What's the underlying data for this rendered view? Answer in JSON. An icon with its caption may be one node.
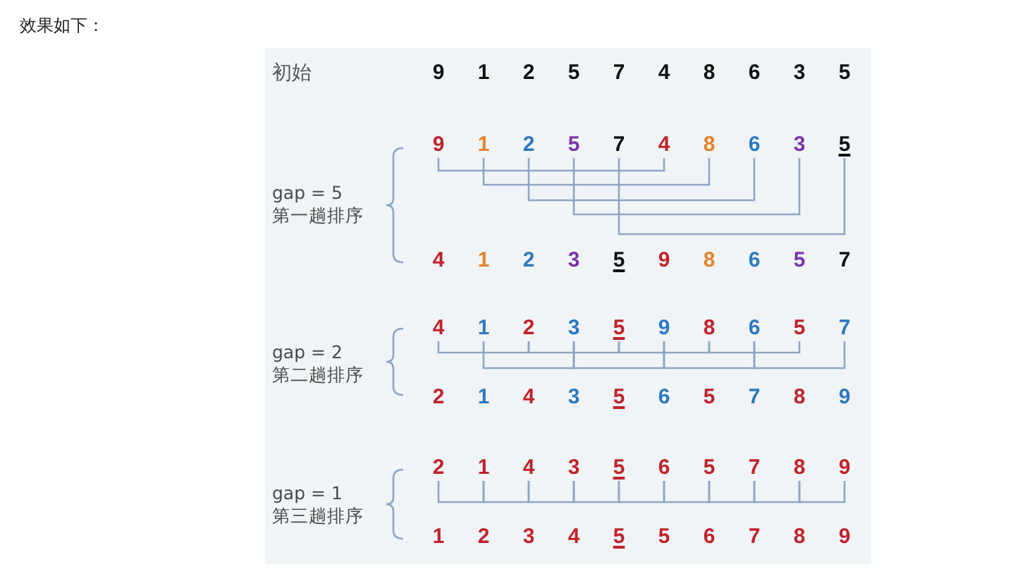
{
  "diagram": {
    "title": "效果如下：",
    "nodes": [
      {
        "text": [
          "9"
        ]
      },
      {
        "text": [
          "1"
        ]
      },
      {
        "text": [
          "2"
        ]
      },
      {
        "text": [
          "5"
        ]
      },
      {
        "text": [
          "7"
        ]
      },
      {
        "text": [
          "4"
        ]
      },
      {
        "text": [
          "8"
        ]
      },
      {
        "text": [
          "6"
        ]
      },
      {
        "text": [
          "3"
        ]
      },
      {
        "text": [
          "5"
        ]
      },
      {
        "text": [
          "4"
        ]
      },
      {
        "text": [
          "1"
        ]
      },
      {
        "text": [
          "2"
        ]
      },
      {
        "text": [
          "3"
        ]
      },
      {
        "text": [
          "5"
        ]
      },
      {
        "text": [
          "9"
        ]
      },
      {
        "text": [
          "8"
        ]
      },
      {
        "text": [
          "6"
        ]
      },
      {
        "text": [
          "5"
        ]
      },
      {
        "text": [
          "7"
        ]
      },
      {
        "text": [
          "2"
        ]
      },
      {
        "text": [
          "1"
        ]
      },
      {
        "text": [
          "4"
        ]
      },
      {
        "text": [
          "3"
        ]
      },
      {
        "text": [
          "5"
        ]
      },
      {
        "text": [
          "6"
        ]
      },
      {
        "text": [
          "5"
        ]
      },
      {
        "text": [
          "7"
        ]
      },
      {
        "text": [
          "8"
        ]
      },
      {
        "text": [
          "9"
        ]
      }
    ],
    "edges": [
      {
        "from": 0,
        "to": 5,
        "arrow": "none"
      },
      {
        "from": 1,
        "to": 6,
        "arrow": "none"
      },
      {
        "from": 2,
        "to": 7,
        "arrow": "none"
      },
      {
        "from": 3,
        "to": 8,
        "arrow": "none"
      },
      {
        "from": 4,
        "to": 9,
        "arrow": "none"
      },
      {
        "from": 10,
        "to": 12,
        "arrow": "none"
      },
      {
        "from": 12,
        "to": 14,
        "arrow": "none"
      },
      {
        "from": 14,
        "to": 16,
        "arrow": "none"
      },
      {
        "from": 16,
        "to": 18,
        "arrow": "none"
      },
      {
        "from": 11,
        "to": 13,
        "arrow": "none"
      },
      {
        "from": 13,
        "to": 15,
        "arrow": "none"
      },
      {
        "from": 15,
        "to": 17,
        "arrow": "none"
      },
      {
        "from": 17,
        "to": 19,
        "arrow": "none"
      },
      {
        "from": 20,
        "to": 21,
        "arrow": "none"
      },
      {
        "from": 21,
        "to": 22,
        "arrow": "none"
      },
      {
        "from": 22,
        "to": 23,
        "arrow": "none"
      },
      {
        "from": 23,
        "to": 24,
        "arrow": "none"
      },
      {
        "from": 24,
        "to": 25,
        "arrow": "none"
      },
      {
        "from": 25,
        "to": 26,
        "arrow": "none"
      },
      {
        "from": 26,
        "to": 27,
        "arrow": "none"
      },
      {
        "from": 27,
        "to": 28,
        "arrow": "none"
      },
      {
        "from": 28,
        "to": 29,
        "arrow": "none"
      }
    ],
    "labels": [
      "初始",
      "9",
      "1",
      "2",
      "5",
      "7",
      "4",
      "8",
      "6",
      "3",
      "5",
      "gap = 5",
      "第一趟排序",
      "4",
      "1",
      "2",
      "3",
      "5",
      "9",
      "8",
      "6",
      "5",
      "7",
      "gap = 2",
      "第二趟排序",
      "2",
      "1",
      "4",
      "3",
      "5",
      "6",
      "5",
      "7",
      "8",
      "9",
      "gap = 1",
      "第三趟排序",
      "1",
      "2",
      "3",
      "4",
      "5",
      "5",
      "6",
      "7",
      "8",
      "9"
    ]
  }
}
